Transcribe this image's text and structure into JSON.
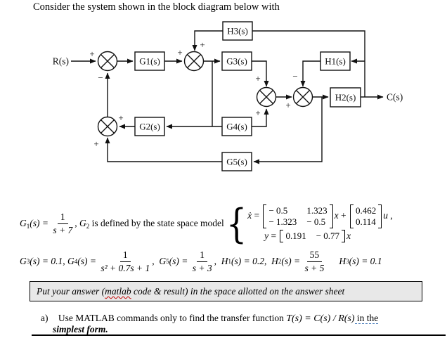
{
  "title": "Consider the system shown in the block diagram below with",
  "diagram": {
    "input_label": "R(s)",
    "output_label": "C(s)",
    "blocks": {
      "h3": "H3(s)",
      "g1": "G1(s)",
      "g3": "G3(s)",
      "h1": "H1(s)",
      "h2": "H2(s)",
      "g2": "G2(s)",
      "g4": "G4(s)",
      "g5": "G5(s)"
    },
    "plus": "+",
    "minus": "−"
  },
  "eq1": {
    "g1": {
      "base": "G",
      "sub": "1",
      "rest": "(s) = "
    },
    "frac": {
      "num": "1",
      "den": "s + 7"
    },
    "comma": ", ",
    "g2": {
      "base": "G",
      "sub": "2"
    },
    "text": " is defined by the state space model",
    "ss": {
      "brace": "{",
      "xdot": "ẋ",
      "eq": " = ",
      "A": [
        "− 0.5",
        "1.323",
        "− 1.323",
        "− 0.5"
      ],
      "x": "x",
      "plus": " + ",
      "B": [
        "0.462",
        "0.114"
      ],
      "u": "u",
      "comma": " ,",
      "y": "y",
      "eq2": " = ",
      "C": [
        "0.191",
        "− 0.77"
      ],
      "x2": "x"
    }
  },
  "eq2": {
    "items": [
      {
        "base": "G",
        "sub": "3",
        "mid": "(s) = 0.1",
        "sep": ", "
      },
      {
        "base": "G",
        "sub": "4",
        "mid": "(s) = ",
        "num": "1",
        "den": "s² + 0.7s + 1",
        "sep": ",  "
      },
      {
        "base": "G",
        "sub": "5",
        "mid": "(s) = ",
        "num": "1",
        "den": "s + 3",
        "sep": ",  "
      },
      {
        "base": "H",
        "sub": "1",
        "mid": "(s) = 0.2",
        "sep": ",  "
      },
      {
        "base": "H",
        "sub": "2",
        "mid": "(s) = ",
        "num": "55",
        "den": "s + 5",
        "sep": ""
      },
      {
        "base": "H",
        "sub": "3",
        "mid": "(s) = 0.1",
        "sep": ""
      }
    ]
  },
  "instruction": {
    "pre": "Put your answer (",
    "word": "matlab",
    "post": " code & result) in the space allotted on the answer sheet"
  },
  "parta": {
    "label": "a)",
    "pre": "Use MATLAB commands only to find the transfer function ",
    "math": "T(s) = C(s) / R(s)",
    "tail": " in the",
    "line2": "simplest form."
  }
}
